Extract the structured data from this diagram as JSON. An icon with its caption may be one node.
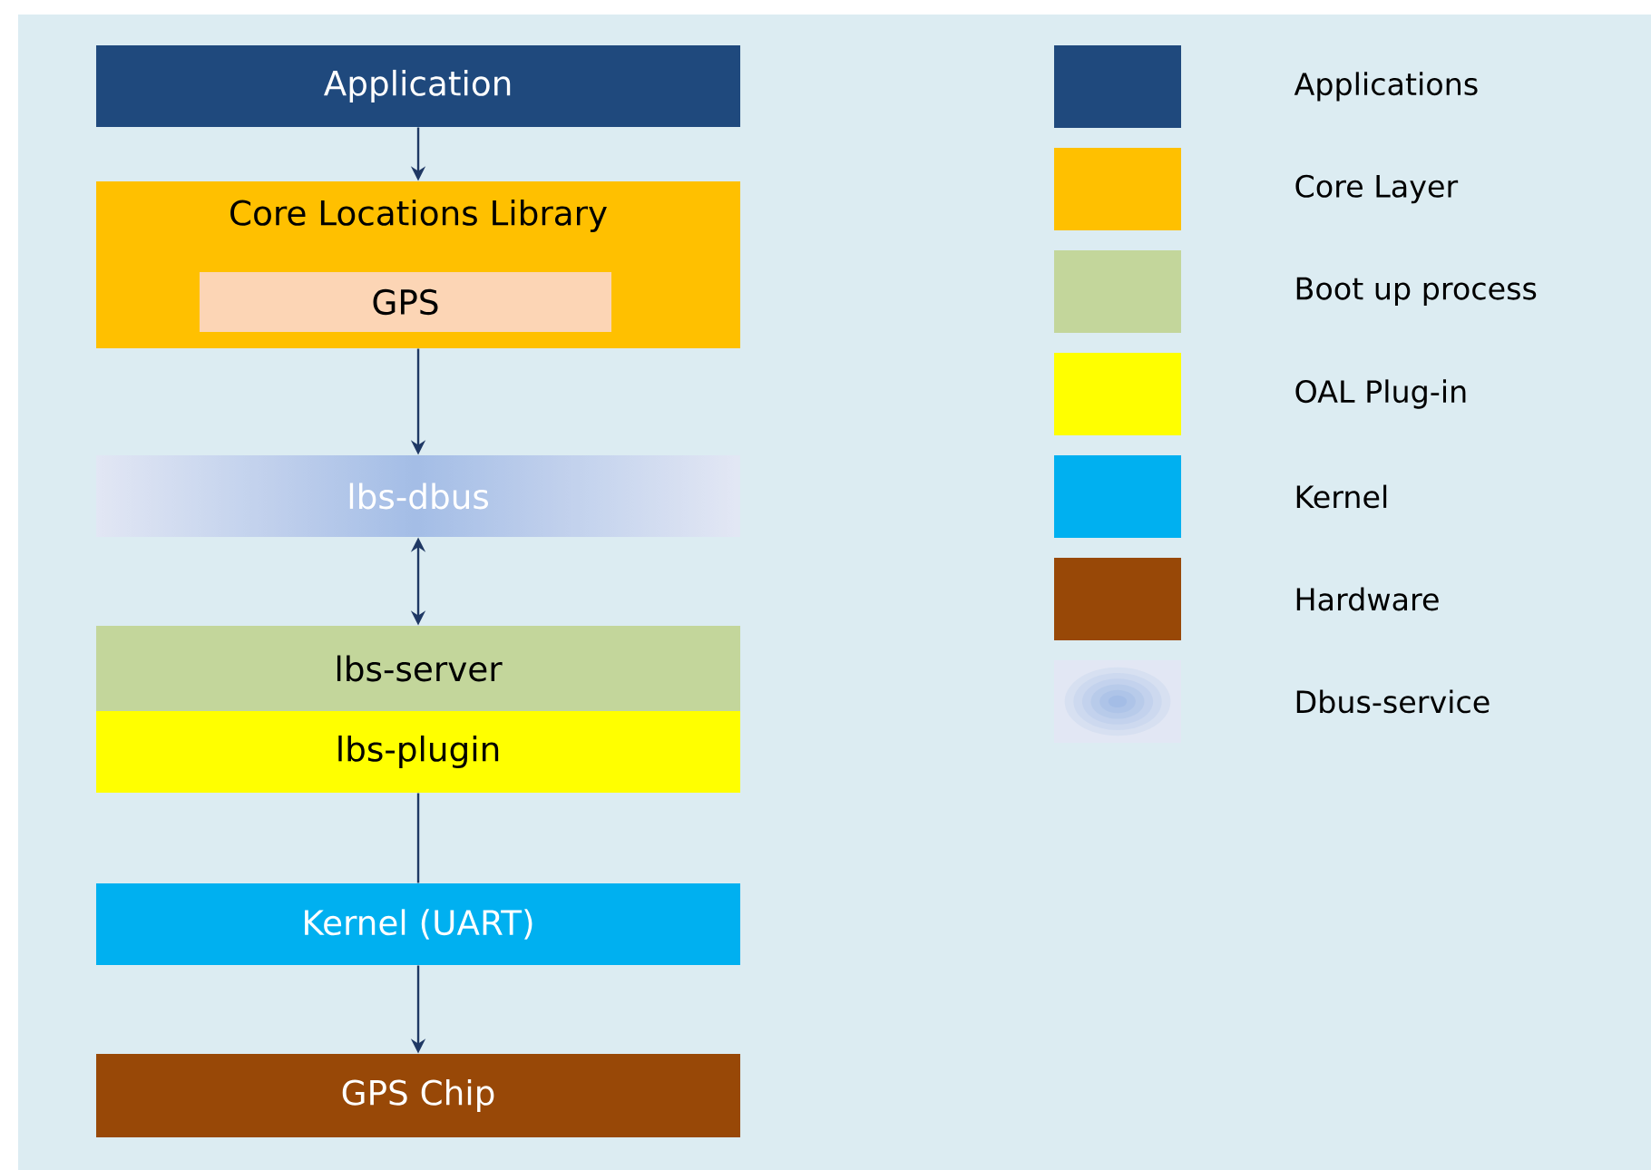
{
  "diagram": {
    "nodes": [
      {
        "text": [
          "Application"
        ]
      },
      {
        "text": [
          "Core Locations Library"
        ]
      },
      {
        "text": [
          "GPS"
        ],
        "in": 1
      },
      {
        "text": [
          "lbs-dbus"
        ]
      },
      {
        "text": [
          "lbs-server"
        ]
      },
      {
        "text": [
          "lbs-plugin"
        ]
      },
      {
        "text": [
          "Kernel (UART)"
        ]
      },
      {
        "text": [
          "GPS Chip"
        ]
      }
    ],
    "edges": [
      {
        "from": 0,
        "to": 1,
        "arrow": "to"
      },
      {
        "from": 1,
        "to": 3,
        "arrow": "to"
      },
      {
        "from": 3,
        "to": 4,
        "arrow": "both"
      },
      {
        "from": 5,
        "to": 6,
        "arrow": "none"
      },
      {
        "from": 6,
        "to": 7,
        "arrow": "to"
      }
    ],
    "legend": [
      {
        "text": "Applications",
        "color": "#1f497d"
      },
      {
        "text": "Core Layer",
        "color": "#ffc000"
      },
      {
        "text": "Boot up process",
        "color": "#c3d69b"
      },
      {
        "text": "OAL Plug-in",
        "color": "#ffff00"
      },
      {
        "text": "Kernel",
        "color": "#00b0f0"
      },
      {
        "text": "Hardware",
        "color": "#984807"
      },
      {
        "text": "Dbus-service"
      }
    ]
  }
}
